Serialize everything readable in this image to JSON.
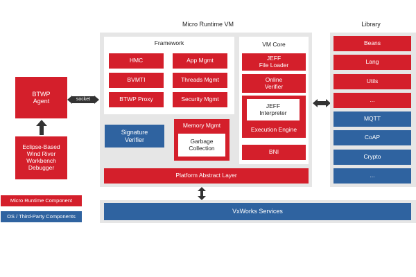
{
  "titles": {
    "micro_runtime_vm": "Micro Runtime VM",
    "library": "Library",
    "framework": "Framework",
    "vm_core": "VM Core"
  },
  "btwp_agent": "BTWP\nAgent",
  "socket_label": "socket",
  "eclipse": "Eclipse-Based\nWind River\nWorkbench\nDebugger",
  "framework_items": [
    "HMC",
    "App Mgmt",
    "BVMTI",
    "Threads Mgmt",
    "BTWP Proxy",
    "Security Mgmt"
  ],
  "signature_verifier": "Signature\nVerifier",
  "memory_mgmt": "Memory Mgmt",
  "garbage_collection": "Garbage\nCollection",
  "vm_core_items": {
    "file_loader": "JEFF\nFile Loader",
    "online_verifier": "Online\nVerifier",
    "jeff_interpreter": "JEFF\nInterpreter",
    "execution_engine": "Execution Engine",
    "bni": "BNI"
  },
  "platform_abstract_layer": "Platform Abstract Layer",
  "vxworks_services": "VxWorks Services",
  "library_red": [
    "Beans",
    "Lang",
    "Utils",
    "..."
  ],
  "library_blue": [
    "MQTT",
    "CoAP",
    "Crypto",
    "..."
  ],
  "legend": {
    "micro_runtime_component": "Micro Runtime Component",
    "os_third_party": "OS / Third-Party Components"
  },
  "colors": {
    "red": "#d41f2b",
    "blue": "#2f63a0",
    "gray": "#e6e6e6",
    "arrow": "#333333"
  },
  "icons": [
    "double-arrow-icon",
    "up-arrow-icon",
    "vertical-double-arrow-icon"
  ]
}
